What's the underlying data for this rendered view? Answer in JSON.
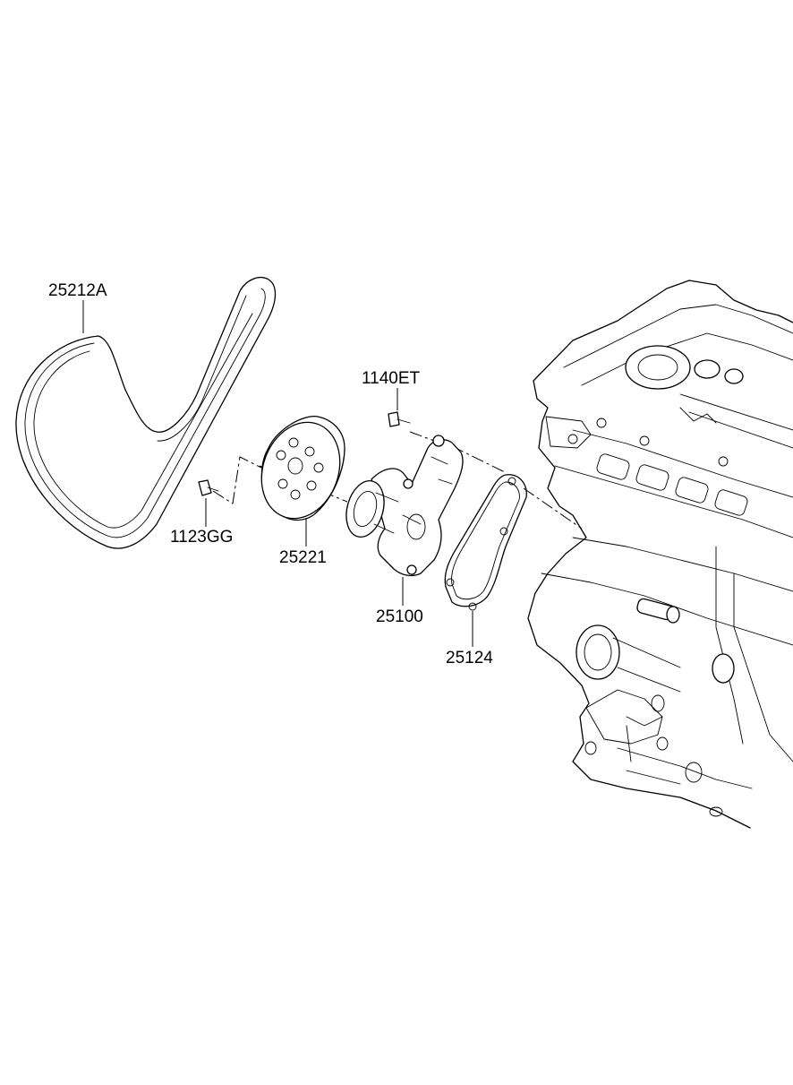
{
  "parts": [
    {
      "id": "belt",
      "number": "25212A"
    },
    {
      "id": "bolt-pulley",
      "number": "1123GG"
    },
    {
      "id": "pulley",
      "number": "25221"
    },
    {
      "id": "bolt-pump",
      "number": "1140ET"
    },
    {
      "id": "water-pump",
      "number": "25100"
    },
    {
      "id": "gasket",
      "number": "25124"
    }
  ]
}
